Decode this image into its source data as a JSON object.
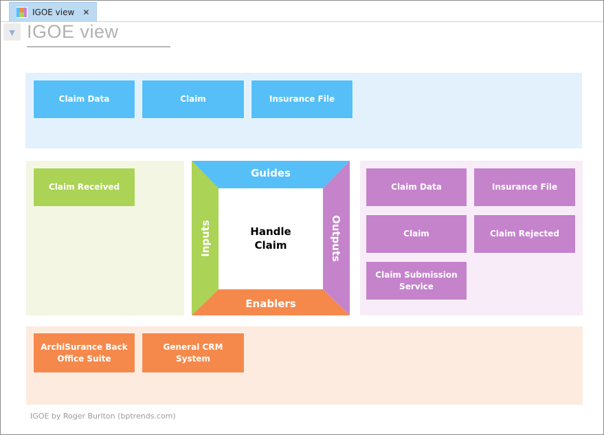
{
  "tab": {
    "title": "IGOE view",
    "close_glyph": "✕"
  },
  "header": {
    "collapse_glyph": "▼",
    "title": "IGOE view"
  },
  "igoe": {
    "guides_label": "Guides",
    "inputs_label": "Inputs",
    "outputs_label": "Outputs",
    "enablers_label": "Enablers",
    "process": "Handle Claim"
  },
  "pools": {
    "guides": {
      "items": [
        "Claim Data",
        "Claim",
        "Insurance File"
      ]
    },
    "inputs": {
      "items": [
        "Claim Received"
      ]
    },
    "outputs": {
      "items": [
        "Claim Data",
        "Insurance File",
        "Claim",
        "Claim Rejected",
        "Claim Submission Service"
      ]
    },
    "enablers": {
      "items": [
        "ArchiSurance Back Office Suite",
        "General CRM System"
      ]
    }
  },
  "footer": {
    "caption": "IGOE by Roger Burlton (bptrends.com)"
  },
  "colors": {
    "blue": "#56bff8",
    "blue-light": "#e2f1fc",
    "green": "#abd355",
    "green-light": "#f3f6e2",
    "purple": "#c583cc",
    "purple-light": "#f7ecf7",
    "orange": "#f5894c",
    "orange-light": "#fdebdf",
    "tab-bg": "#bcdaf2"
  }
}
